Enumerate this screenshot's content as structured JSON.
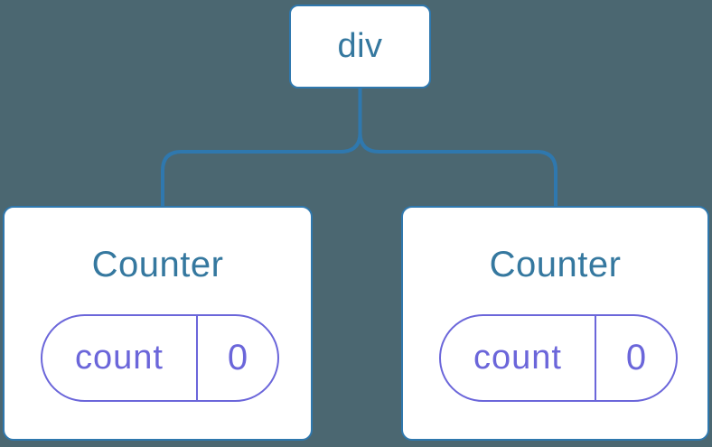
{
  "colors": {
    "background": "#4B6771",
    "connector_blue": "#2F78AE",
    "node_text_blue": "#35789F",
    "card_background": "#FFFFFF",
    "state_purple": "#6B66DA"
  },
  "tree": {
    "root": {
      "label": "div"
    },
    "children": [
      {
        "title": "Counter",
        "state_key": "count",
        "state_value": "0"
      },
      {
        "title": "Counter",
        "state_key": "count",
        "state_value": "0"
      }
    ]
  }
}
